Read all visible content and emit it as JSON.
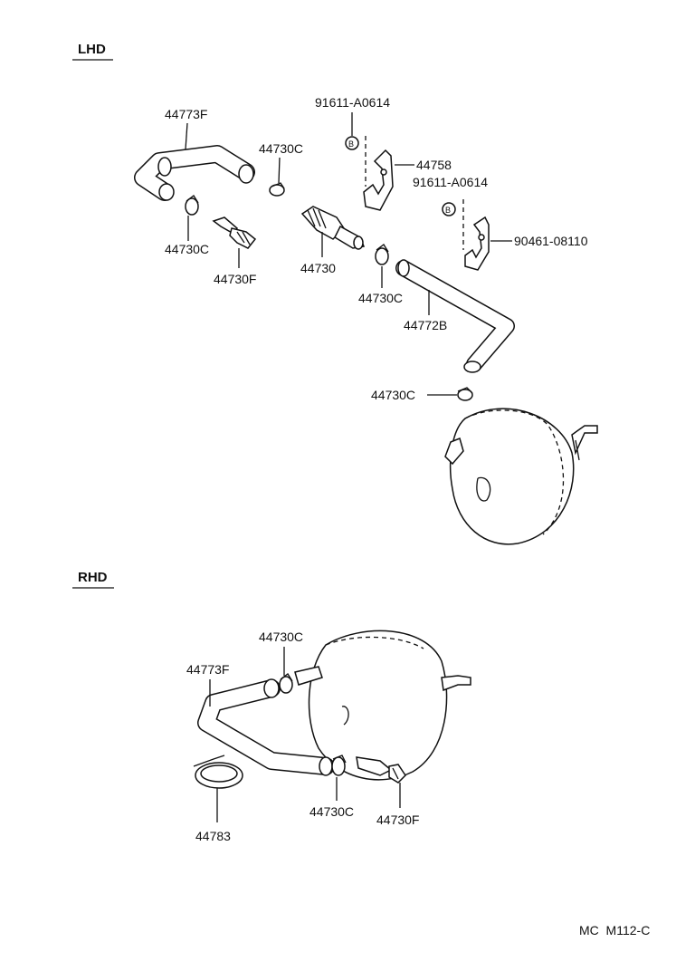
{
  "sections": {
    "lhd": "LHD",
    "rhd": "RHD"
  },
  "lhd_labels": {
    "hose_upper": "44773F",
    "clamp_a": "44730C",
    "clamp_b": "44730C",
    "fitting": "44730F",
    "valve": "44730",
    "bolt_top": "91611-A0614",
    "bracket": "44758",
    "bolt_mid": "91611-A0614",
    "bracket_bolt": "90461-08110",
    "clamp_c": "44730C",
    "hose_lower": "44772B",
    "clamp_d": "44730C"
  },
  "rhd_labels": {
    "clamp_top": "44730C",
    "hose": "44773F",
    "clip": "44783",
    "clamp_bottom": "44730C",
    "fitting": "44730F"
  },
  "footer": {
    "code": "MC  M112-C"
  }
}
